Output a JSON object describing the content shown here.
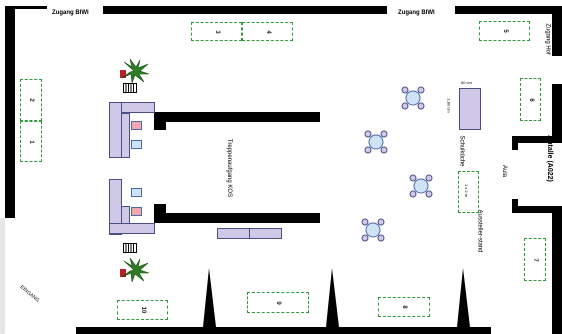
{
  "entrances": {
    "top_left": "Zugang BIWI",
    "top_right": "Zugang BIWI",
    "right_top": "Zugang Hof",
    "bottom_left": "EINGANG"
  },
  "hall_label": "Aula",
  "auditorium": "Antalle (A022)",
  "stairwell": "Treppenaufgang KOS",
  "school_kitchen": "Schulküche",
  "exhibitor_stand": "Aussteller-stand",
  "dimensions": {
    "table_width": "60 cm",
    "table_length": "1,80 cm",
    "stand_size": "1 x 2 m"
  },
  "stands": [
    "1",
    "2",
    "3",
    "4",
    "5",
    "6",
    "7",
    "8",
    "9",
    "10"
  ],
  "colors": {
    "stand_border": "#2e9b3b",
    "furniture": "#cfc8e6",
    "table_top": "#d7e6f7"
  }
}
